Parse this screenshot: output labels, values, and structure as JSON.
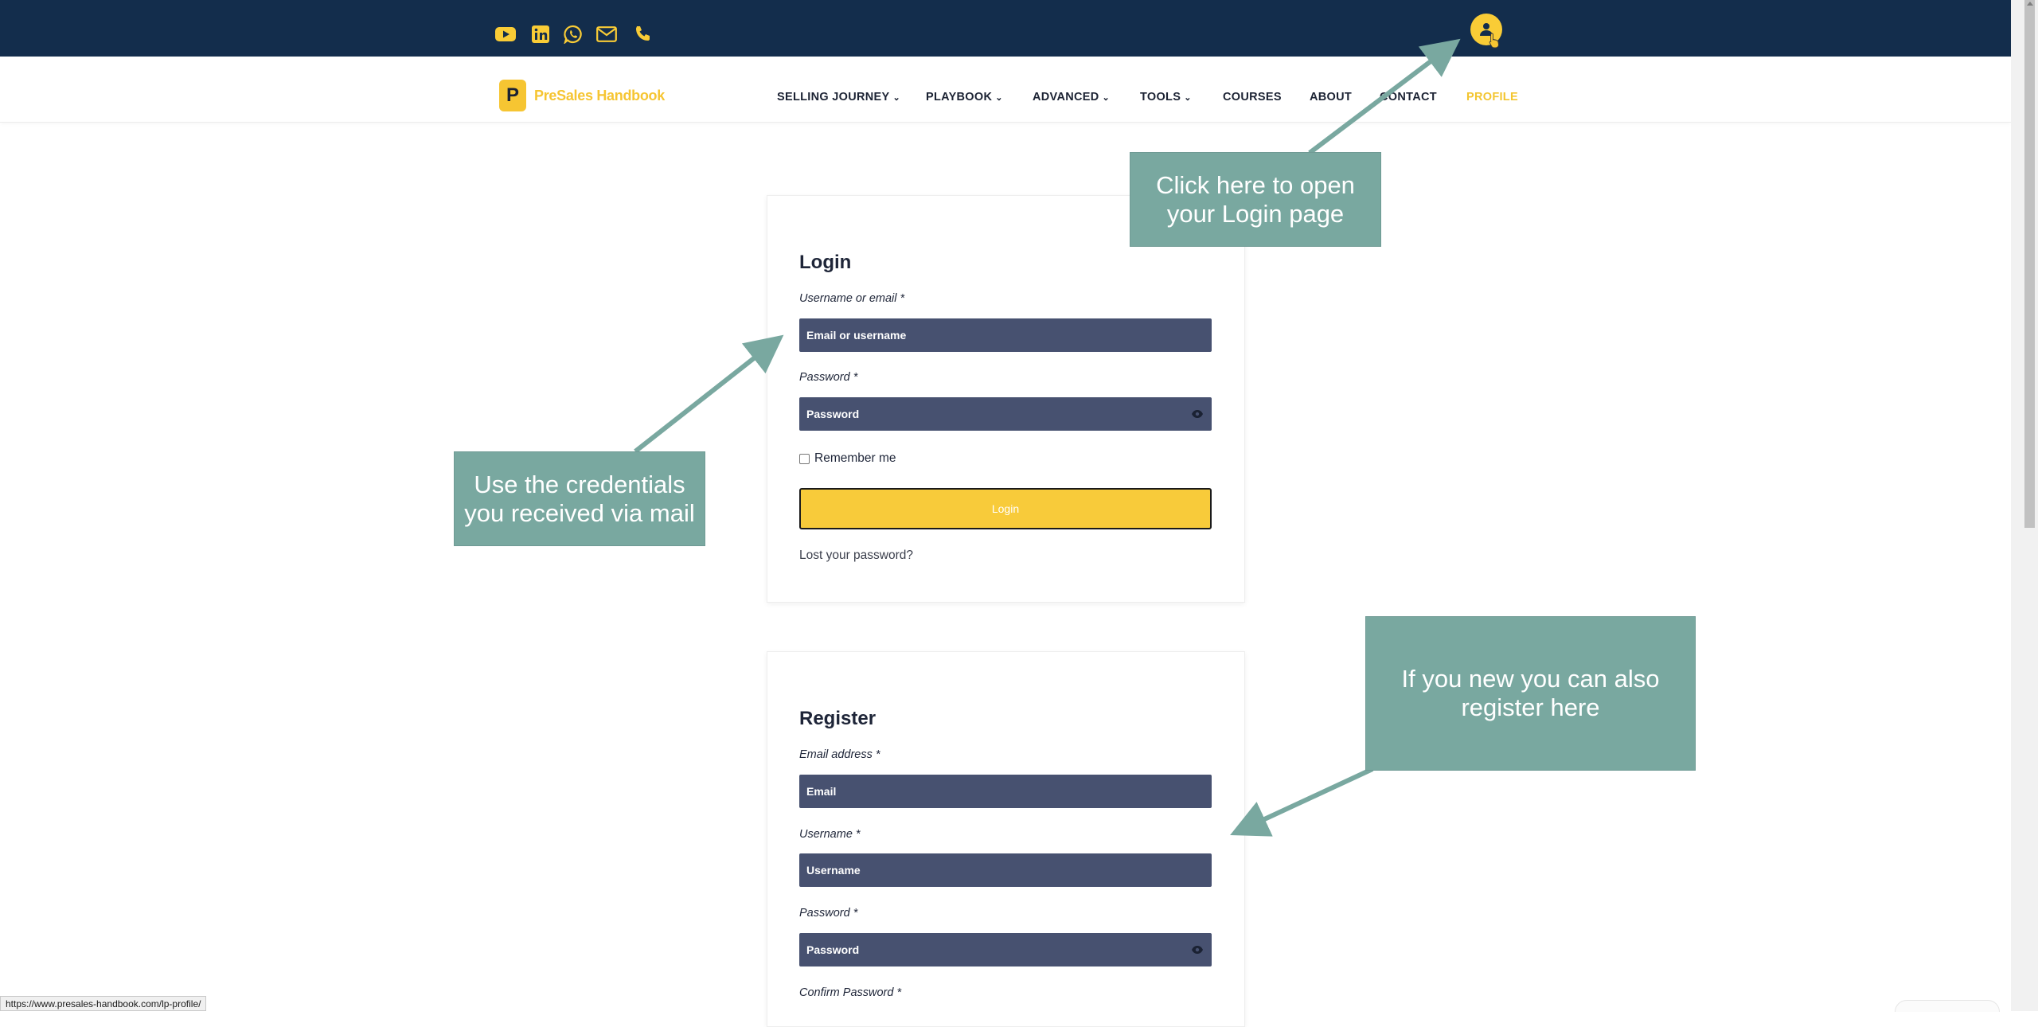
{
  "topbar": {
    "social_icons": [
      "youtube-icon",
      "linkedin-icon",
      "whatsapp-icon",
      "mail-icon",
      "phone-icon"
    ],
    "accent": "#f9cc36",
    "background": "#132d4c"
  },
  "brand": {
    "logo_letter": "P",
    "name": "PreSales Handbook"
  },
  "nav": {
    "items": [
      "SELLING JOURNEY",
      "PLAYBOOK",
      "ADVANCED",
      "TOOLS",
      "COURSES",
      "ABOUT",
      "CONTACT",
      "PROFILE"
    ],
    "active": "PROFILE"
  },
  "login": {
    "title": "Login",
    "username_label": "Username or email *",
    "username_placeholder": "Email or username",
    "password_label": "Password *",
    "password_placeholder": "Password",
    "remember_label": "Remember me",
    "button_label": "Login",
    "lost_password": "Lost your password?"
  },
  "register": {
    "title": "Register",
    "email_label": "Email address *",
    "email_placeholder": "Email",
    "username_label": "Username *",
    "username_placeholder": "Username",
    "password_label": "Password *",
    "password_placeholder": "Password",
    "confirm_label": "Confirm Password *"
  },
  "callouts": {
    "profile": "Click here to open your Login page",
    "credentials": "Use the credentials you received via mail",
    "register": "If you new you can also register here"
  },
  "status_url": "https://www.presales-handbook.com/lp-profile/",
  "colors": {
    "callout": "#79a8a0",
    "field": "#475170",
    "button": "#f8cb3a"
  }
}
